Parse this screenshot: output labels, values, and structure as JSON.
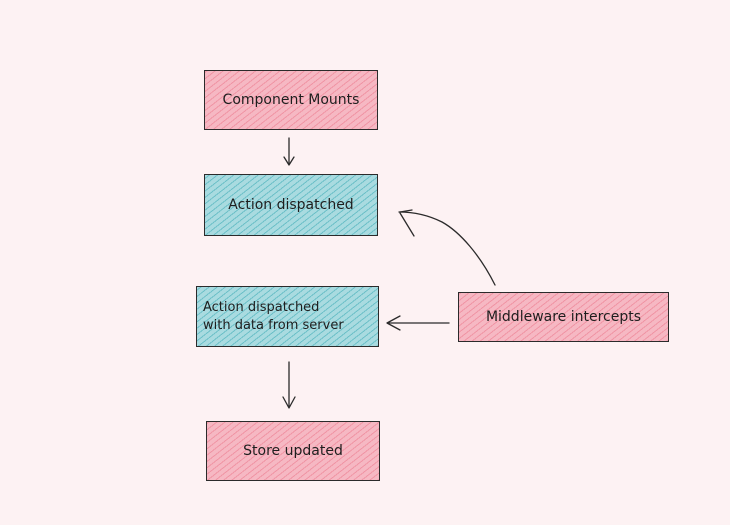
{
  "diagram": {
    "nodes": {
      "component_mounts": {
        "label": "Component Mounts"
      },
      "action_dispatched": {
        "label": "Action dispatched"
      },
      "action_with_data": {
        "line1": "Action dispatched",
        "line2": "with data from server"
      },
      "middleware": {
        "label": "Middleware intercepts"
      },
      "store_updated": {
        "label": "Store updated"
      }
    },
    "colors": {
      "background": "#fdf2f3",
      "pink_fill": "#f6b8c3",
      "teal_fill": "#a9dbe0",
      "stroke": "#2b2b2b"
    }
  }
}
